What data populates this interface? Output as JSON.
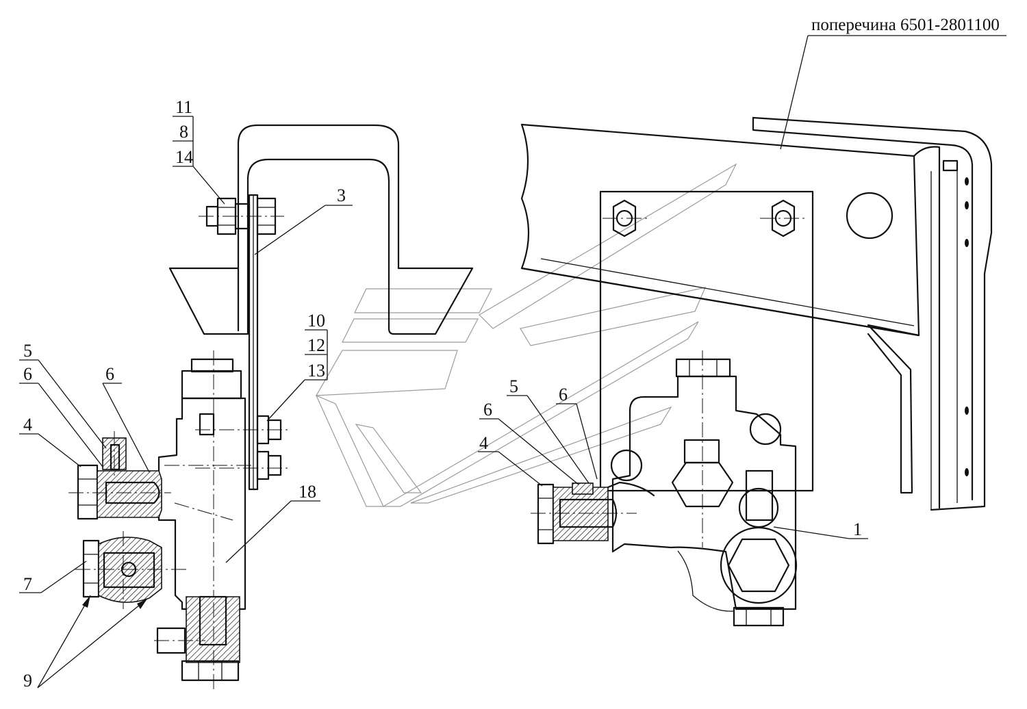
{
  "title_label": "поперечина 6501-2801100",
  "labels": {
    "l11": "11",
    "l8": "8",
    "l14": "14",
    "l3": "3",
    "l10": "10",
    "l12": "12",
    "l13": "13",
    "l18": "18",
    "l5a": "5",
    "l6a": "6",
    "l6b": "6",
    "l4a": "4",
    "l7": "7",
    "l9": "9",
    "l5b": "5",
    "l6c": "6",
    "l6d": "6",
    "l4b": "4",
    "l1": "1"
  },
  "colors": {
    "line": "#111111",
    "watermark": "#9a9a9a",
    "background": "#ffffff"
  }
}
